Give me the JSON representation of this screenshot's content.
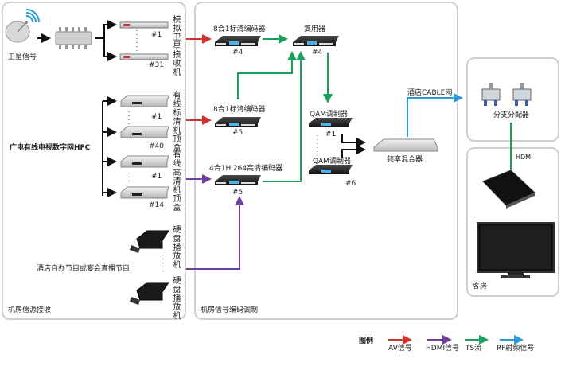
{
  "panels": {
    "source": {
      "label": "机房信源接收"
    },
    "encode": {
      "label": "机房信号编码调制"
    },
    "splitter": {
      "label": "分支分配器"
    },
    "room": {
      "label": "客房"
    }
  },
  "source": {
    "satellite_label": "卫星信号",
    "satellite_receivers": {
      "side_label": "模拟卫星接收机",
      "first": "#1",
      "last": "#31"
    },
    "hfc_label": "广电有线电视数字网HFC",
    "sd_stb": {
      "side_label": "有线标清机顶盒",
      "first": "#1",
      "last": "#40"
    },
    "hd_stb": {
      "side_label": "有线高清机顶盒",
      "first": "#1",
      "last": "#14"
    },
    "hotel_label": "酒店自办节目或宴会直播节目",
    "hdd_player_label": "硬盘播放机"
  },
  "encode": {
    "encoder_sd_1": {
      "label": "8合1标清编码器",
      "num": "#4"
    },
    "encoder_sd_2": {
      "label": "8合1标清编码器",
      "num": "#5"
    },
    "encoder_hd": {
      "label": "4合1H.264高清编码器",
      "num": "#5"
    },
    "mux": {
      "label": "复用器",
      "num": "#4"
    },
    "qam_1": {
      "label": "QAM调制器",
      "num": "#1"
    },
    "qam_2": {
      "label": "QAM调制器",
      "num": "#6"
    },
    "mixer": {
      "label": "频率混合器"
    },
    "cable_label": "酒店CABLE网"
  },
  "room": {
    "hdmi_label": "HDMI"
  },
  "legend": {
    "title": "图例",
    "items": [
      {
        "label": "AV信号",
        "color": "#d0312d"
      },
      {
        "label": "HDMI信号",
        "color": "#6f3fa0"
      },
      {
        "label": "TS流",
        "color": "#1aa05a"
      },
      {
        "label": "RF射频信号",
        "color": "#2b9ad8"
      }
    ]
  },
  "colors": {
    "av": "#d0312d",
    "hdmi": "#6f3fa0",
    "ts": "#1aa05a",
    "rf": "#2b9ad8",
    "black": "#111111"
  }
}
